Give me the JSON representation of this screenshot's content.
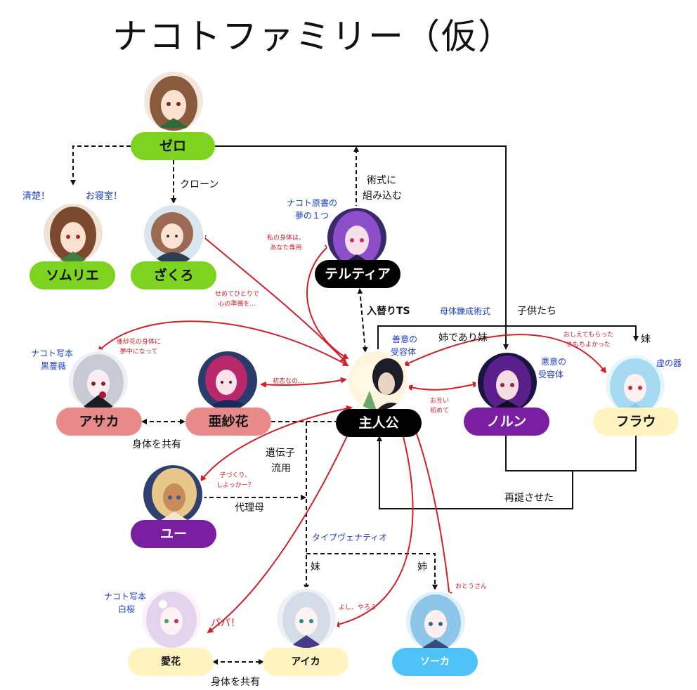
{
  "title": "ナコトファミリー（仮）",
  "colors": {
    "green": "#7ed321",
    "black": "#000000",
    "purple": "#7b1fa2",
    "pink": "#e98a8a",
    "cream": "#fff3c0",
    "blue": "#4fc3f7",
    "arrow_red": "#d0202a",
    "annotation_blue": "#1e40c8"
  },
  "nodes": {
    "zero": "ゼロ",
    "somurie": "ソムリエ",
    "zakuro": "ざくろ",
    "terutia": "テルティア",
    "protagonist": "主人公",
    "noirun": "ノルン",
    "furau": "フラウ",
    "asaka": "アサカ",
    "asaka2": "亜紗花",
    "yu": "ユー",
    "aika_flower": "愛花",
    "aika": "アイカ",
    "soka": "ソーカ"
  },
  "labels": {
    "clone": "クローン",
    "seiso": "清楚！",
    "oshinshitsu": "お寝室！",
    "jutsushiki_1": "術式に",
    "jutsushiki_2": "組み込む",
    "nakoto_yume_1": "ナコト原書の",
    "nakoto_yume_2": "夢の１つ",
    "irekawari": "入替りTS",
    "botai": "母体錬成術式",
    "kodomotachi": "子供たち",
    "zeni_1": "善意の",
    "zeni_2": "受容体",
    "ane_imouto": "姉であり妹",
    "akui_1": "悪意の",
    "akui_2": "受容体",
    "imouto_furau": "妹",
    "utsuwa": "虚の器",
    "nakoto_kokurobi_1": "ナコト写本",
    "nakoto_kokurobi_2": "黒薔薇",
    "shintai_kyoyu_top": "身体を共有",
    "idenshi_1": "遺伝子",
    "idenshi_2": "流用",
    "dairibo": "代理母",
    "saitan": "再誕させた",
    "type_venatio": "タイプヴェナティオ",
    "imouto_aika": "妹",
    "ane_soka": "姉",
    "nakoto_hakuou_1": "ナコト写本",
    "nakoto_hakuou_2": "白桜",
    "shintai_kyoyu_bottom": "身体を共有",
    "papa": "パパ！",
    "watashi_1": "私の身体は、",
    "watashi_2": "あなた専用",
    "semete_1": "せめてひとりで",
    "semete_2": "心の準備を…",
    "asaka_note_1": "亜紗花の身体に",
    "asaka_note_2": "夢中になって",
    "hatsukoi": "初恋なの…",
    "otagai_1": "お互い",
    "otagai_2": "初めて",
    "oshiete_1": "おしえてもらった",
    "oshiete_2": "きもちよかった",
    "kozukuri_1": "子づくり、",
    "kozukuri_2": "しよっかー？",
    "yoshi": "よし、やろう",
    "otousan": "おとうさん"
  }
}
